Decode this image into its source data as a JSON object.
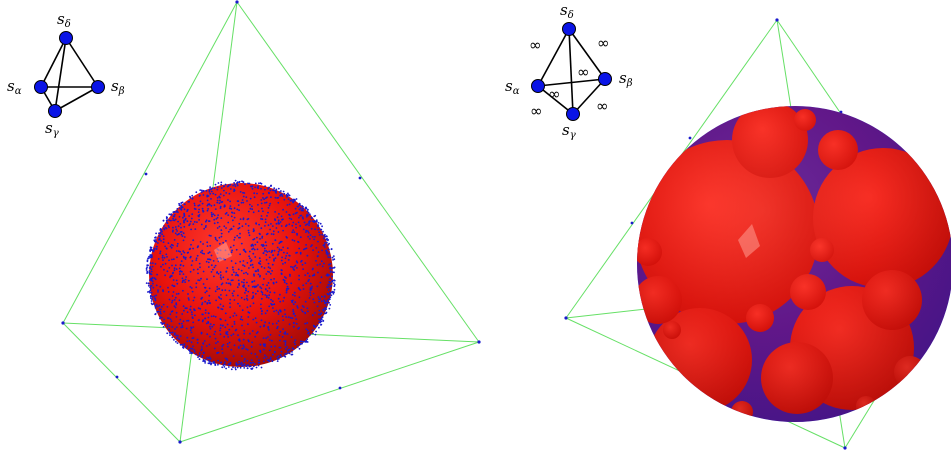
{
  "left_panel": {
    "graph": {
      "nodes": [
        {
          "id": "delta",
          "base": "s",
          "sub": "δ"
        },
        {
          "id": "alpha",
          "base": "s",
          "sub": "α"
        },
        {
          "id": "beta",
          "base": "s",
          "sub": "β"
        },
        {
          "id": "gamma",
          "base": "s",
          "sub": "γ"
        }
      ],
      "edges": [
        [
          "delta",
          "alpha"
        ],
        [
          "delta",
          "beta"
        ],
        [
          "delta",
          "gamma"
        ],
        [
          "alpha",
          "beta"
        ],
        [
          "alpha",
          "gamma"
        ],
        [
          "beta",
          "gamma"
        ]
      ],
      "edge_labels": []
    },
    "sphere_color": "#e8130d",
    "point_color": "#1a1acc",
    "frame_color": "#66e066"
  },
  "right_panel": {
    "graph": {
      "nodes": [
        {
          "id": "delta",
          "base": "s",
          "sub": "δ"
        },
        {
          "id": "alpha",
          "base": "s",
          "sub": "α"
        },
        {
          "id": "beta",
          "base": "s",
          "sub": "β"
        },
        {
          "id": "gamma",
          "base": "s",
          "sub": "γ"
        }
      ],
      "edges": [
        [
          "delta",
          "alpha"
        ],
        [
          "delta",
          "beta"
        ],
        [
          "delta",
          "gamma"
        ],
        [
          "alpha",
          "beta"
        ],
        [
          "alpha",
          "gamma"
        ],
        [
          "beta",
          "gamma"
        ]
      ],
      "edge_labels": [
        "∞",
        "∞",
        "∞",
        "∞",
        "∞",
        "∞"
      ]
    },
    "sphere_color": "#e8130d",
    "gap_color": "#1a1acc",
    "frame_color": "#66e066"
  },
  "node_fill": "#0a14e6"
}
